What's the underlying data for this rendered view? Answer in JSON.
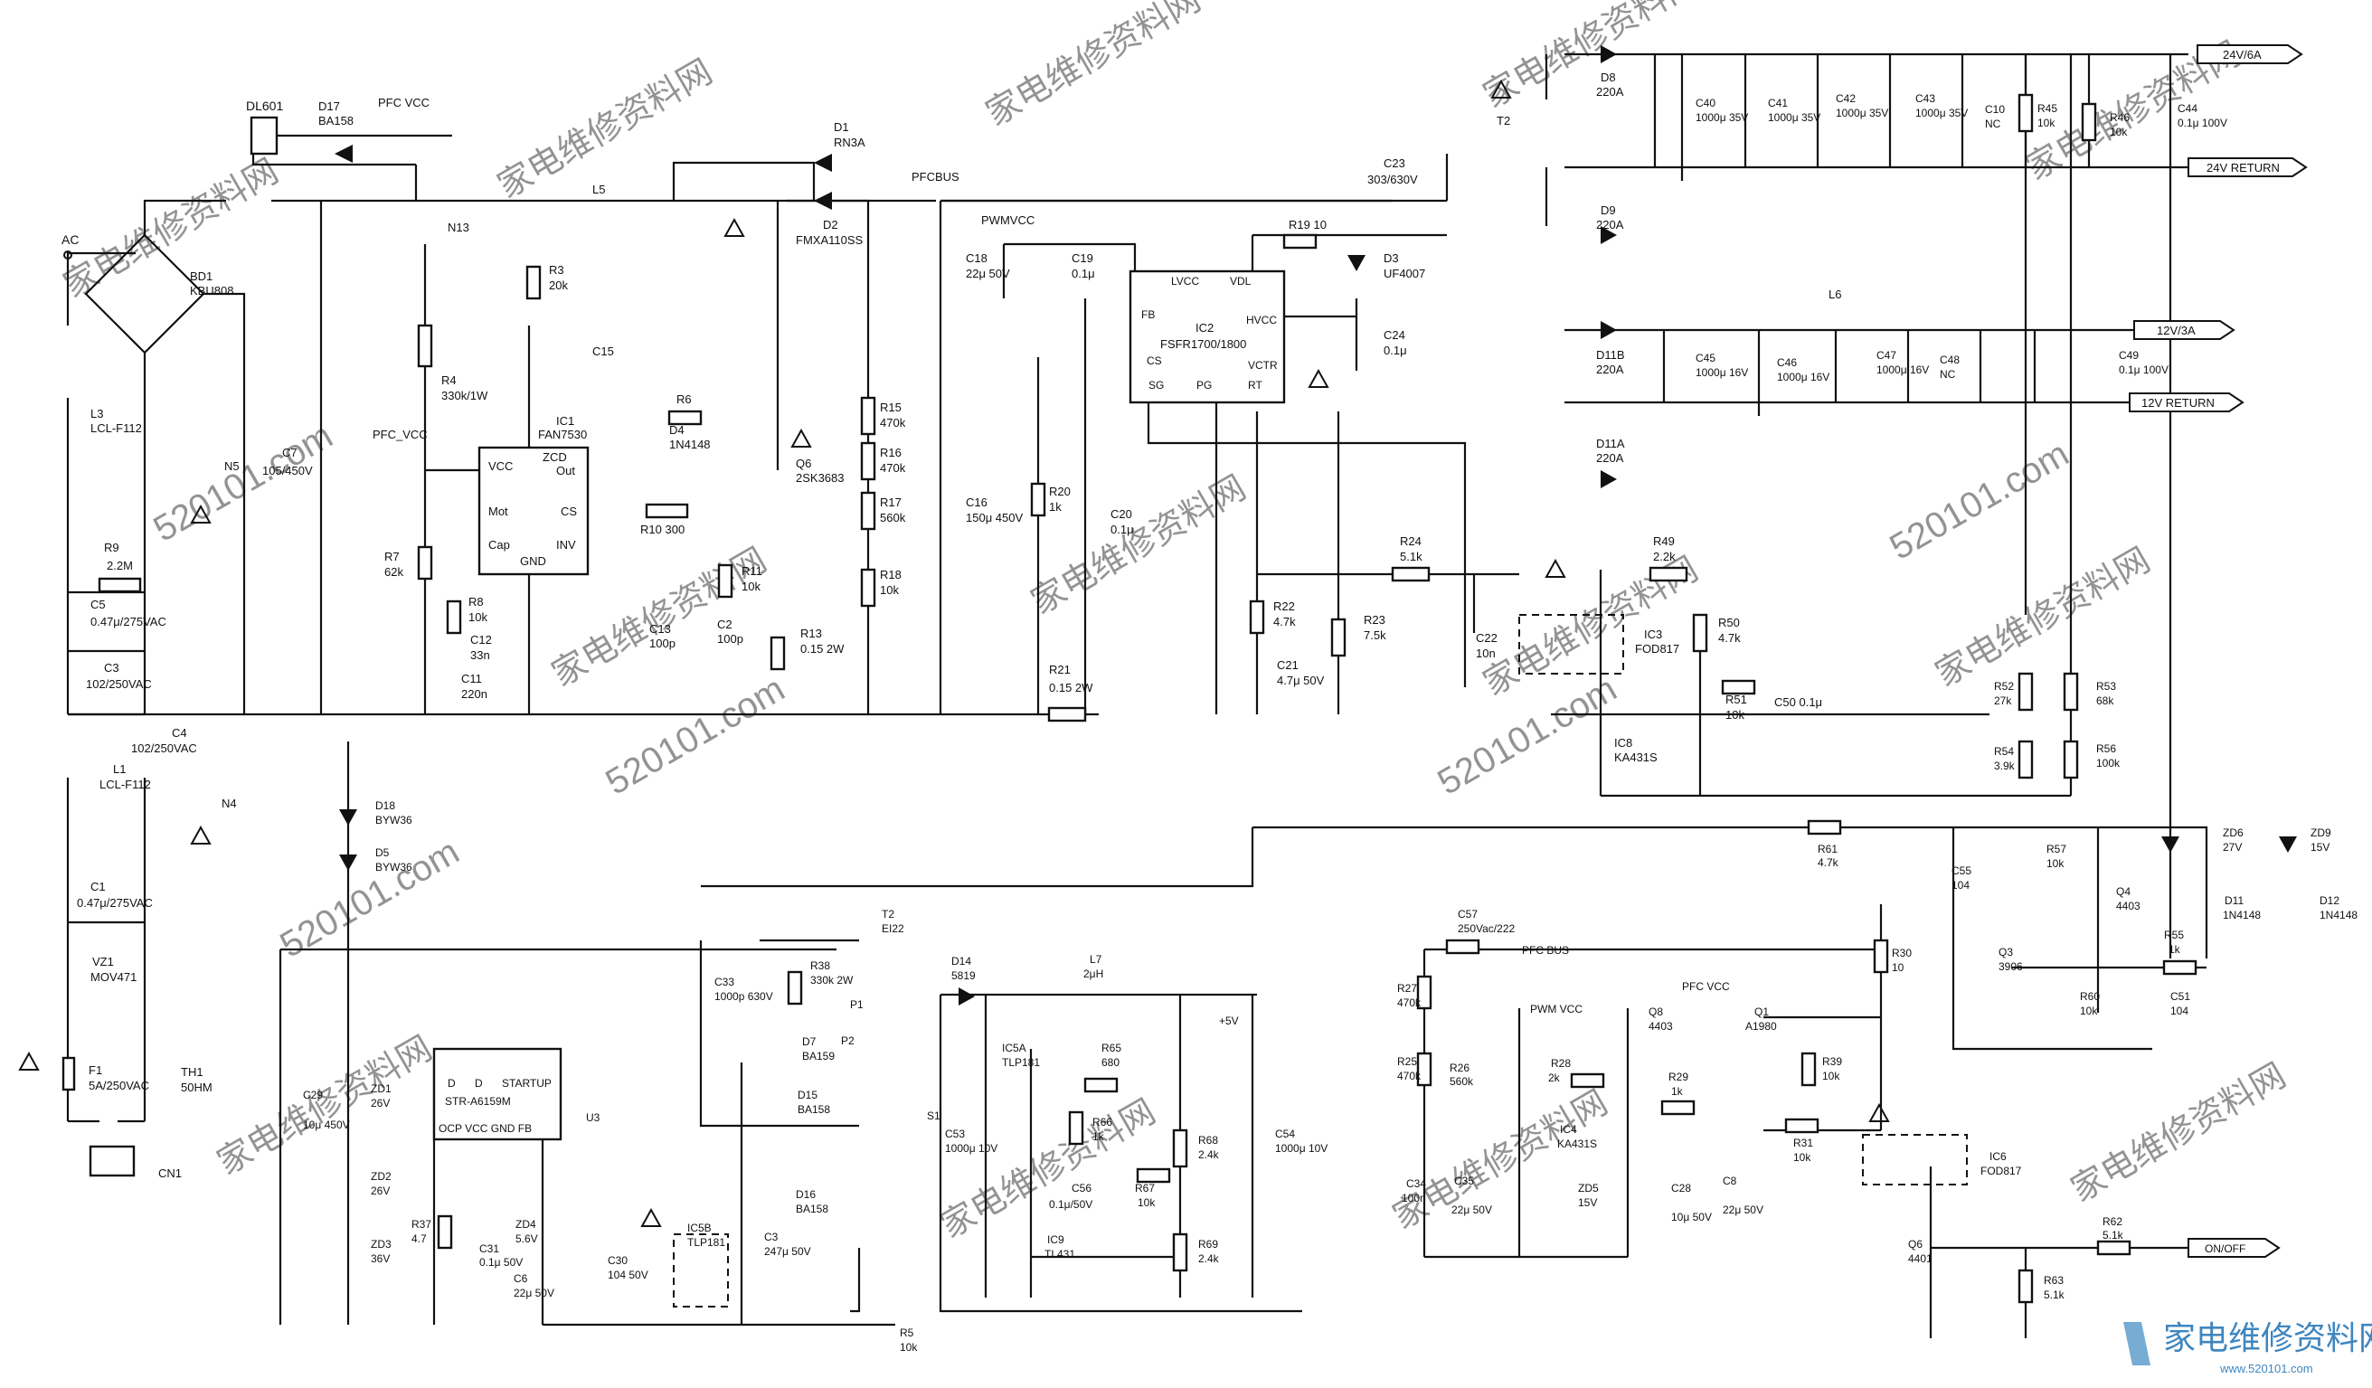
{
  "section_labels": {
    "ac": "AC",
    "n13": "N13",
    "n5": "N5",
    "n4": "N4",
    "pfc_vcc_1": "PFC VCC",
    "pfc_vcc_2": "PFC_VCC",
    "pwmvcc": "PWMVCC",
    "pfcbus": "PFCBUS",
    "pfc_bus_2": "PFC BUS",
    "pfc_vcc_3": "PFC VCC",
    "pwm_vcc_2": "PWM VCC",
    "plus5v": "+5V",
    "p1": "P1",
    "p2": "P2",
    "s1": "S1"
  },
  "outputs": {
    "v24": "24V/6A",
    "v24r": "24V RETURN",
    "v12": "12V/3A",
    "v12r": "12V RETURN",
    "onoff": "ON/OFF"
  },
  "ics": {
    "ic1": {
      "ref": "IC1",
      "part": "FAN7530",
      "pins": [
        "VCC",
        "ZCD",
        "Mot",
        "Out",
        "CS",
        "Cap",
        "GND",
        "INV"
      ]
    },
    "ic2": {
      "ref": "IC2",
      "part": "FSFR1700/1800",
      "pins": [
        "LVCC",
        "VDL",
        "FB",
        "HVCC",
        "CS",
        "VCTR",
        "SG",
        "PG",
        "RT"
      ]
    },
    "u3": {
      "ref": "U3",
      "part": "STR-A6159M",
      "pins": [
        "D",
        "D",
        "STARTUP",
        "OCP VCC GND FB"
      ]
    }
  },
  "components": [
    {
      "ref": "DL601"
    },
    {
      "ref": "D17",
      "value": "BA158"
    },
    {
      "ref": "BD1",
      "value": "KBU808"
    },
    {
      "ref": "L3",
      "value": "LCL-F112"
    },
    {
      "ref": "R9",
      "value": "2.2M"
    },
    {
      "ref": "C5",
      "value": "0.47μ/275VAC"
    },
    {
      "ref": "C3",
      "value": "102/250VAC"
    },
    {
      "ref": "C4",
      "value": "102/250VAC"
    },
    {
      "ref": "L1",
      "value": "LCL-F112"
    },
    {
      "ref": "C1",
      "value": "0.47μ/275VAC"
    },
    {
      "ref": "VZ1",
      "value": "MOV471"
    },
    {
      "ref": "F1",
      "value": "5A/250VAC"
    },
    {
      "ref": "TH1",
      "value": "50HM"
    },
    {
      "ref": "CN1"
    },
    {
      "ref": "C7",
      "value": "105/450V"
    },
    {
      "ref": "R4",
      "value": "330k/1W"
    },
    {
      "ref": "R3",
      "value": "20k"
    },
    {
      "ref": "C15"
    },
    {
      "ref": "R7",
      "value": "62k"
    },
    {
      "ref": "R8",
      "value": "10k"
    },
    {
      "ref": "C12",
      "value": "33n"
    },
    {
      "ref": "C11",
      "value": "220n"
    },
    {
      "ref": "R6"
    },
    {
      "ref": "D4",
      "value": "1N4148"
    },
    {
      "ref": "R10",
      "value": "300"
    },
    {
      "ref": "C13",
      "value": "100p"
    },
    {
      "ref": "C2",
      "value": "100p"
    },
    {
      "ref": "R11",
      "value": "10k"
    },
    {
      "ref": "R13",
      "value": "0.15 2W"
    },
    {
      "ref": "Q6",
      "value": "2SK3683"
    },
    {
      "ref": "L5"
    },
    {
      "ref": "D1",
      "value": "RN3A"
    },
    {
      "ref": "D2",
      "value": "FMXA110SS"
    },
    {
      "ref": "R15",
      "value": "470k"
    },
    {
      "ref": "R16",
      "value": "470k"
    },
    {
      "ref": "R17",
      "value": "560k"
    },
    {
      "ref": "R18",
      "value": "10k"
    },
    {
      "ref": "C16",
      "value": "150μ 450V"
    },
    {
      "ref": "C18",
      "value": "22μ 50V"
    },
    {
      "ref": "C19",
      "value": "0.1μ"
    },
    {
      "ref": "R19",
      "value": "10"
    },
    {
      "ref": "D3",
      "value": "UF4007"
    },
    {
      "ref": "C24",
      "value": "0.1μ"
    },
    {
      "ref": "C23",
      "value": "303/630V"
    },
    {
      "ref": "R20",
      "value": "1k"
    },
    {
      "ref": "C20",
      "value": "0.1μ"
    },
    {
      "ref": "R21",
      "value": "0.15 2W"
    },
    {
      "ref": "R24",
      "value": "5.1k"
    },
    {
      "ref": "R22",
      "value": "4.7k"
    },
    {
      "ref": "C21",
      "value": "4.7μ 50V"
    },
    {
      "ref": "R23",
      "value": "7.5k"
    },
    {
      "ref": "C22",
      "value": "10n"
    },
    {
      "ref": "IC3",
      "value": "FOD817"
    },
    {
      "ref": "R49",
      "value": "2.2k"
    },
    {
      "ref": "R50",
      "value": "4.7k"
    },
    {
      "ref": "R51",
      "value": "10k"
    },
    {
      "ref": "C50",
      "value": "0.1μ"
    },
    {
      "ref": "IC8",
      "value": "KA431S"
    },
    {
      "ref": "T2"
    },
    {
      "ref": "D8",
      "value": "220A"
    },
    {
      "ref": "D9",
      "value": "220A"
    },
    {
      "ref": "C40",
      "value": "1000μ 35V"
    },
    {
      "ref": "C41",
      "value": "1000μ 35V"
    },
    {
      "ref": "C42",
      "value": "1000μ 35V"
    },
    {
      "ref": "C43",
      "value": "1000μ 35V"
    },
    {
      "ref": "C10",
      "value": "NC"
    },
    {
      "ref": "R45",
      "value": "10k"
    },
    {
      "ref": "R46",
      "value": "10k"
    },
    {
      "ref": "C44",
      "value": "0.1μ 100V"
    },
    {
      "ref": "D11B",
      "value": "220A"
    },
    {
      "ref": "D11A",
      "value": "220A"
    },
    {
      "ref": "C45",
      "value": "1000μ 16V"
    },
    {
      "ref": "C46",
      "value": "1000μ 16V"
    },
    {
      "ref": "C47",
      "value": "1000μ 16V"
    },
    {
      "ref": "C48",
      "value": "NC"
    },
    {
      "ref": "C49",
      "value": "0.1μ 100V"
    },
    {
      "ref": "L6"
    },
    {
      "ref": "R52",
      "value": "27k"
    },
    {
      "ref": "R53",
      "value": "68k"
    },
    {
      "ref": "R54",
      "value": "3.9k"
    },
    {
      "ref": "R56",
      "value": "100k"
    },
    {
      "ref": "R61",
      "value": "4.7k"
    },
    {
      "ref": "ZD6",
      "value": "27V"
    },
    {
      "ref": "ZD9",
      "value": "15V"
    },
    {
      "ref": "D11",
      "value": "1N4148"
    },
    {
      "ref": "D12",
      "value": "1N4148"
    },
    {
      "ref": "R57",
      "value": "10k"
    },
    {
      "ref": "C55",
      "value": "104"
    },
    {
      "ref": "Q4",
      "value": "4403"
    },
    {
      "ref": "Q3",
      "value": "3906"
    },
    {
      "ref": "R55",
      "value": "1k"
    },
    {
      "ref": "R60",
      "value": "10k"
    },
    {
      "ref": "C51",
      "value": "104"
    },
    {
      "ref": "D18",
      "value": "BYW36"
    },
    {
      "ref": "D5",
      "value": "BYW36"
    },
    {
      "ref": "C29",
      "value": "10μ 450V"
    },
    {
      "ref": "ZD1",
      "value": "26V"
    },
    {
      "ref": "ZD2",
      "value": "26V"
    },
    {
      "ref": "ZD3",
      "value": "36V"
    },
    {
      "ref": "R37",
      "value": "4.7"
    },
    {
      "ref": "C31",
      "value": "0.1μ 50V"
    },
    {
      "ref": "ZD4",
      "value": "5.6V"
    },
    {
      "ref": "C6",
      "value": "22μ 50V"
    },
    {
      "ref": "C30",
      "value": "104 50V"
    },
    {
      "ref": "IC5B",
      "value": "TLP181"
    },
    {
      "ref": "C3",
      "value": "247μ 50V"
    },
    {
      "ref": "C33",
      "value": "1000p 630V"
    },
    {
      "ref": "R38",
      "value": "330k 2W"
    },
    {
      "ref": "D7",
      "value": "BA159"
    },
    {
      "ref": "D15",
      "value": "BA158"
    },
    {
      "ref": "D16",
      "value": "BA158"
    },
    {
      "ref": "T2",
      "value": "EI22"
    },
    {
      "ref": "D14",
      "value": "5819"
    },
    {
      "ref": "L7",
      "value": "2μH"
    },
    {
      "ref": "C53",
      "value": "1000μ 10V"
    },
    {
      "ref": "IC5A",
      "value": "TLP181"
    },
    {
      "ref": "R65",
      "value": "680"
    },
    {
      "ref": "R66",
      "value": "1k"
    },
    {
      "ref": "C56",
      "value": "0.1μ/50V"
    },
    {
      "ref": "R67",
      "value": "10k"
    },
    {
      "ref": "IC9",
      "value": "TL431"
    },
    {
      "ref": "R68",
      "value": "2.4k"
    },
    {
      "ref": "R69",
      "value": "2.4k"
    },
    {
      "ref": "C54",
      "value": "1000μ 10V"
    },
    {
      "ref": "C57",
      "value": "250Vac/222"
    },
    {
      "ref": "R27",
      "value": "470k"
    },
    {
      "ref": "R25",
      "value": "470k"
    },
    {
      "ref": "R26",
      "value": "560k"
    },
    {
      "ref": "C34",
      "value": "100n"
    },
    {
      "ref": "R5",
      "value": "10k"
    },
    {
      "ref": "C35",
      "value": "22μ 50V"
    },
    {
      "ref": "IC4",
      "value": "KA431S"
    },
    {
      "ref": "ZD5",
      "value": "15V"
    },
    {
      "ref": "C28",
      "value": "10μ 50V"
    },
    {
      "ref": "C8",
      "value": "22μ 50V"
    },
    {
      "ref": "Q8",
      "value": "4403"
    },
    {
      "ref": "Q1",
      "value": "A1980"
    },
    {
      "ref": "R28",
      "value": "2k"
    },
    {
      "ref": "R29",
      "value": "1k"
    },
    {
      "ref": "R39",
      "value": "10k"
    },
    {
      "ref": "R31",
      "value": "10k"
    },
    {
      "ref": "R30",
      "value": "10"
    },
    {
      "ref": "IC6",
      "value": "FOD817"
    },
    {
      "ref": "Q6",
      "value": "4401"
    },
    {
      "ref": "R62",
      "value": "5.1k"
    },
    {
      "ref": "R63",
      "value": "5.1k"
    }
  ],
  "watermark": {
    "site": "家电维修资料网",
    "domain": "520101.com",
    "logo": "家电维修资料网",
    "logo_url": "www.520101.com"
  }
}
